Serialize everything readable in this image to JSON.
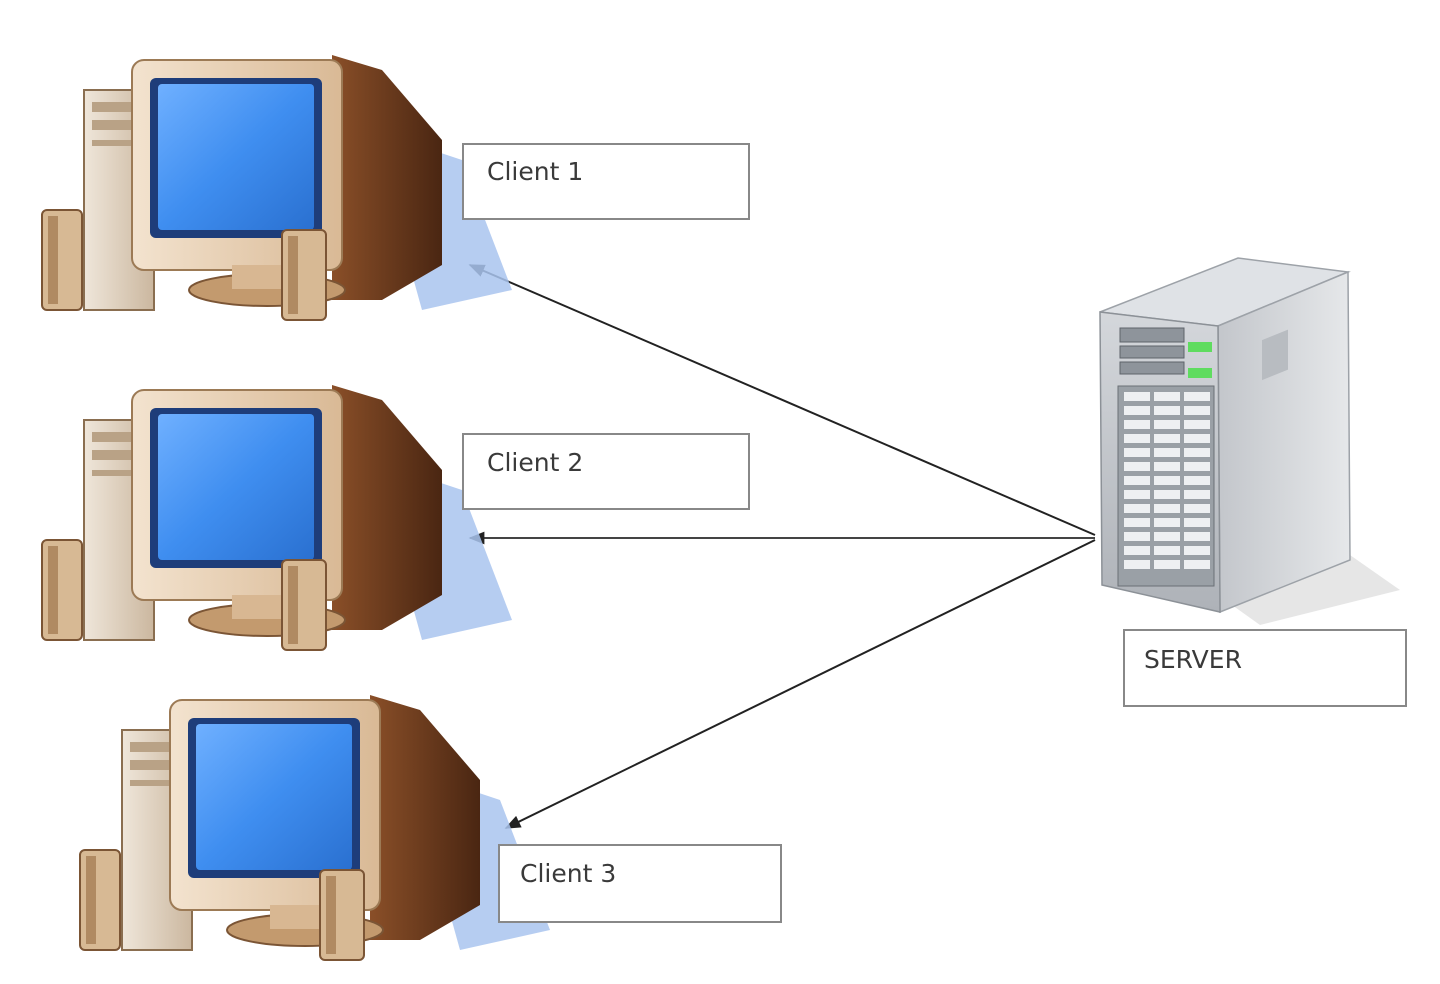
{
  "nodes": {
    "clients": [
      {
        "label": "Client 1",
        "icon": "desktop-computer-icon"
      },
      {
        "label": "Client 2",
        "icon": "desktop-computer-icon"
      },
      {
        "label": "Client 3",
        "icon": "desktop-computer-icon"
      }
    ],
    "server": {
      "label": "SERVER",
      "icon": "server-tower-icon"
    }
  },
  "edges": [
    {
      "from": "SERVER",
      "to": "Client 1",
      "arrow": "end"
    },
    {
      "from": "SERVER",
      "to": "Client 2",
      "arrow": "end"
    },
    {
      "from": "SERVER",
      "to": "Client 3",
      "arrow": "end"
    }
  ],
  "colors": {
    "screen": "#3f8ef0",
    "monitor_body": "#e8d0b4",
    "monitor_side": "#6a3a1e",
    "shadow": "#a9c4ee",
    "server_body": "#c9ccd0",
    "server_led": "#5fdc5f"
  }
}
